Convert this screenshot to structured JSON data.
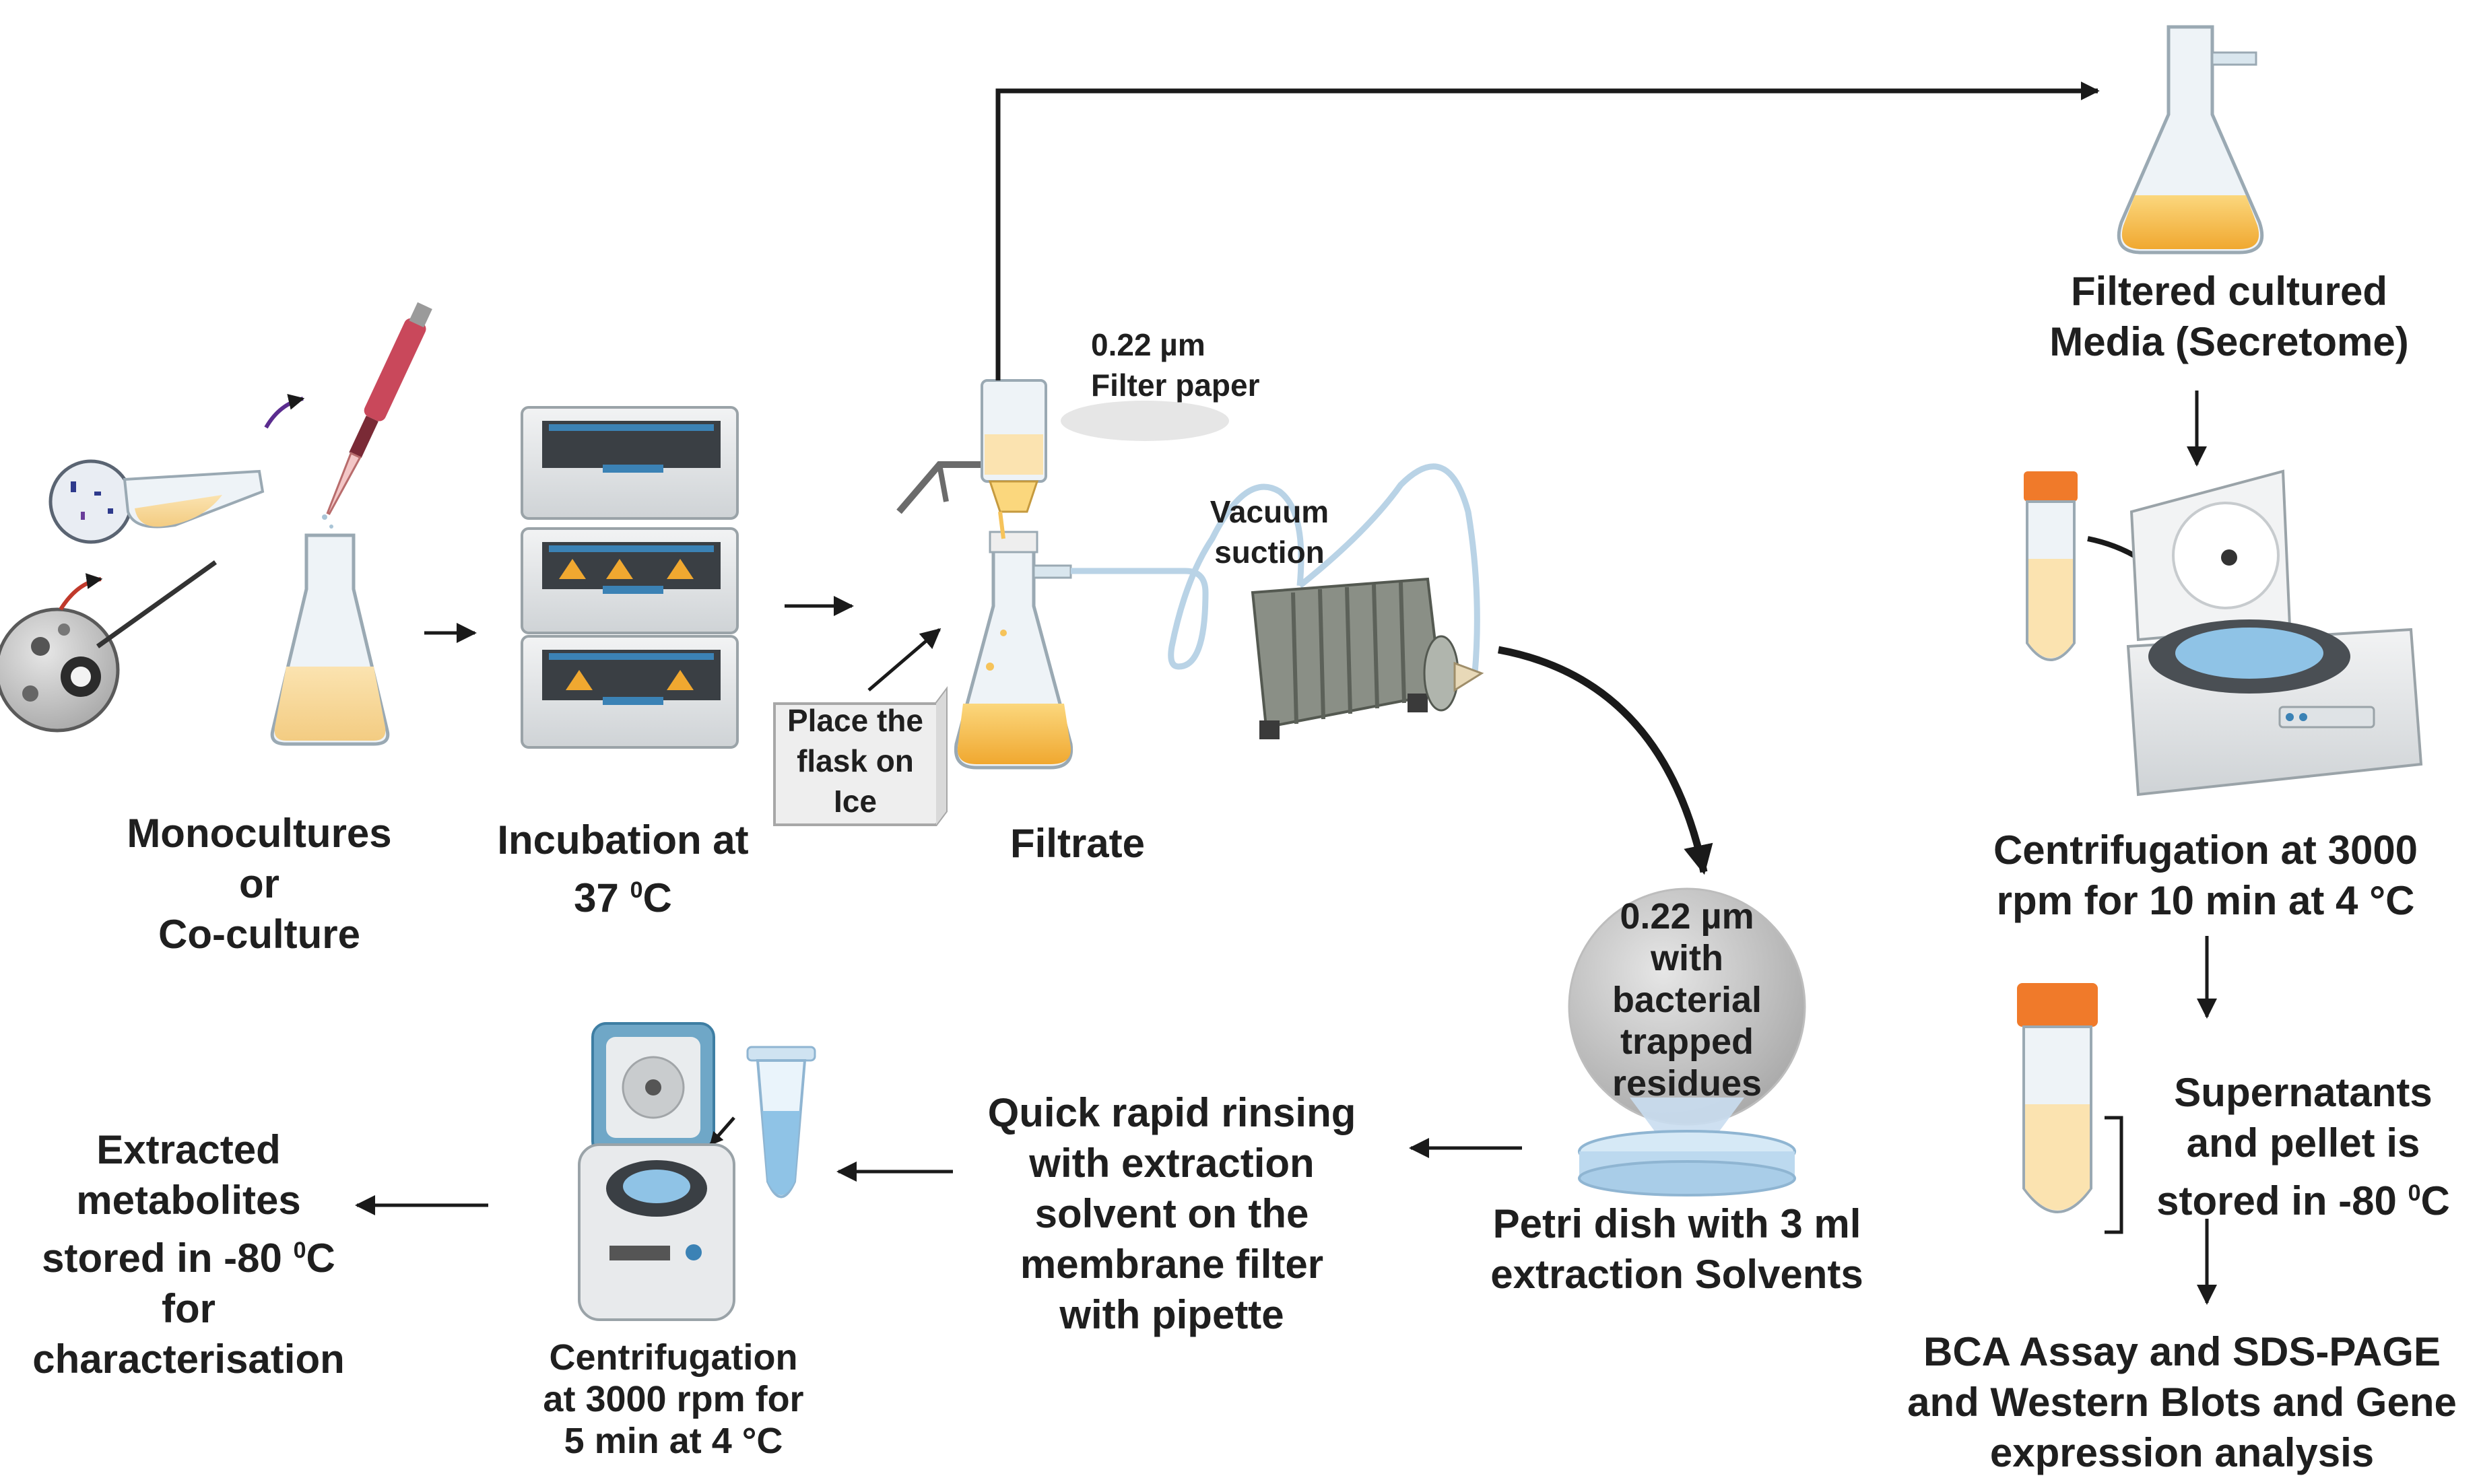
{
  "steps": {
    "culture": {
      "lines": [
        "Monocultures",
        "or",
        "Co-culture"
      ]
    },
    "incubation": {
      "line1": "Incubation at",
      "temp": "37 ",
      "unit": "0",
      "unit_suffix": "C"
    },
    "ice": {
      "lines": [
        "Place the",
        "flask on",
        "Ice"
      ]
    },
    "filtrate": {
      "label": "Filtrate"
    },
    "filter_paper": {
      "lines": [
        "0.22 µm",
        "Filter paper"
      ]
    },
    "vacuum": {
      "lines": [
        "Vacuum",
        "suction"
      ]
    },
    "secretome": {
      "lines": [
        "Filtered cultured",
        "Media  (Secretome)"
      ]
    },
    "centrifuge_large": {
      "lines": [
        "Centrifugation at 3000",
        "rpm for 10 min at 4 °C"
      ]
    },
    "supernatants": {
      "line1": "Supernatants",
      "line2": "and pellet is",
      "line3_prefix": "stored in -80 ",
      "sup": "0",
      "suffix": "C"
    },
    "assay": {
      "lines": [
        "BCA Assay and SDS-PAGE",
        "and Western Blots and Gene",
        "expression analysis"
      ]
    },
    "membrane": {
      "lines": [
        "0.22 µm",
        "with",
        "bacterial",
        "trapped",
        "residues"
      ]
    },
    "petri": {
      "lines": [
        "Petri dish with 3 ml",
        "extraction Solvents"
      ]
    },
    "rinse": {
      "lines": [
        "Quick rapid rinsing",
        "with extraction",
        "solvent on the",
        "membrane filter",
        "with pipette"
      ]
    },
    "centrifuge_small": {
      "lines": [
        "Centrifugation",
        "at 3000 rpm for",
        "5 min at 4 °C"
      ]
    },
    "extracted": {
      "line1": "Extracted",
      "line2": "metabolites",
      "line3_prefix": "stored in -80 ",
      "sup": "0",
      "suffix": "C",
      "line4": "for",
      "line5": "characterisation"
    }
  },
  "colors": {
    "text": "#1f1f1f",
    "arrow": "#1a1a1a",
    "media": "#f6c35a",
    "media_dark": "#f0a830",
    "glass": "#d9e6ee",
    "machine": "#e8eaec",
    "machine_accent": "#3b82b5",
    "tube_cap": "#f07a2a",
    "tubing": "#b9d3e6",
    "pump": "#8a8f86"
  }
}
